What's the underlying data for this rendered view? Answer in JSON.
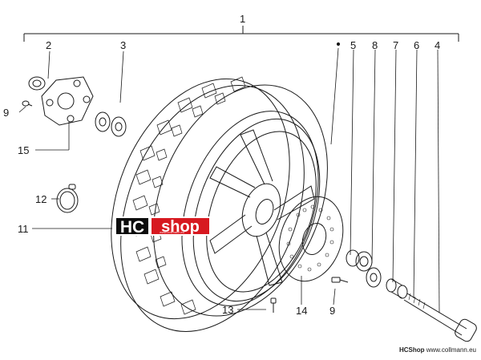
{
  "callouts": {
    "c1": "1",
    "c2": "2",
    "c3": "3",
    "c4": "4",
    "c5": "5",
    "c6": "6",
    "c7": "7",
    "c8": "8",
    "c9a": "9",
    "c9b": "9",
    "c11": "11",
    "c12": "12",
    "c13": "13",
    "c14": "14",
    "c15": "15"
  },
  "logo": {
    "hc": "HC",
    "shop": "shop",
    "url": "www.collmann.eu"
  },
  "footer": {
    "brand": "HCShop",
    "url": "www.collmann.eu"
  },
  "colors": {
    "line": "#1a1a1a",
    "logo_red": "#d71920",
    "logo_black": "#0c0c0c"
  }
}
